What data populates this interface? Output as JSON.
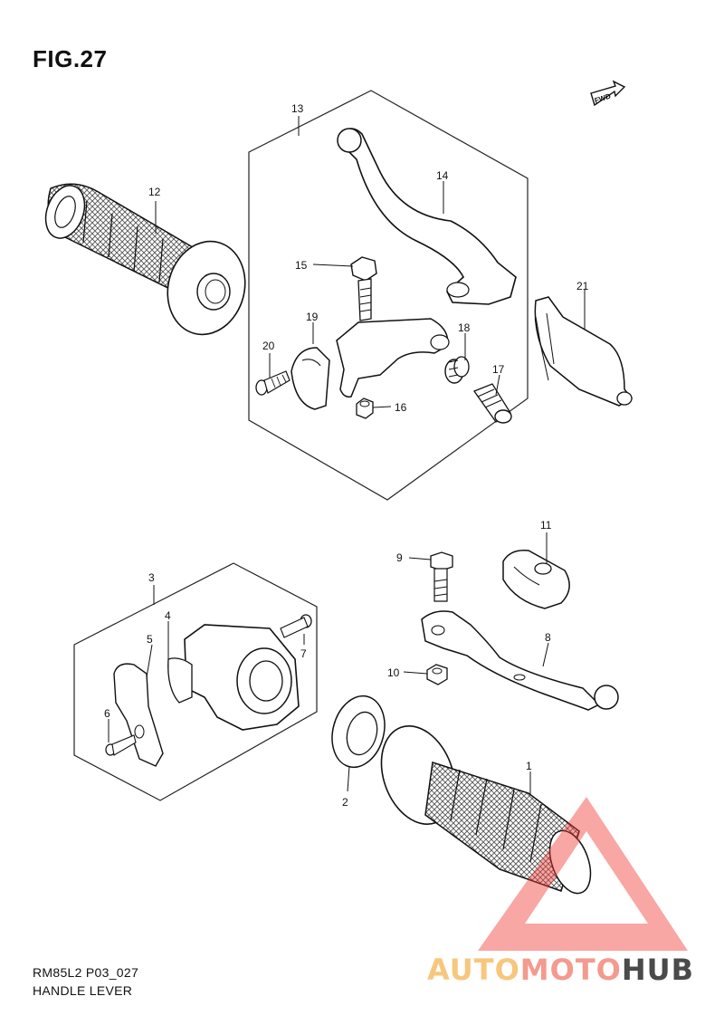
{
  "figure": {
    "title": "FIG.27",
    "code": "RM85L2 P03_027",
    "name": "HANDLE LEVER",
    "direction_badge": "FWD"
  },
  "callouts": [
    "1",
    "2",
    "3",
    "4",
    "5",
    "6",
    "7",
    "8",
    "9",
    "10",
    "11",
    "12",
    "13",
    "14",
    "15",
    "16",
    "17",
    "18",
    "19",
    "20",
    "21"
  ],
  "watermark": {
    "part1": "AUTO",
    "part2": "MOTO",
    "part3": "HUB",
    "colors": {
      "auto": "#f7c77e",
      "moto": "#f49a8e",
      "hub": "#4a4a4a",
      "triangle": "#ef3b36"
    }
  }
}
